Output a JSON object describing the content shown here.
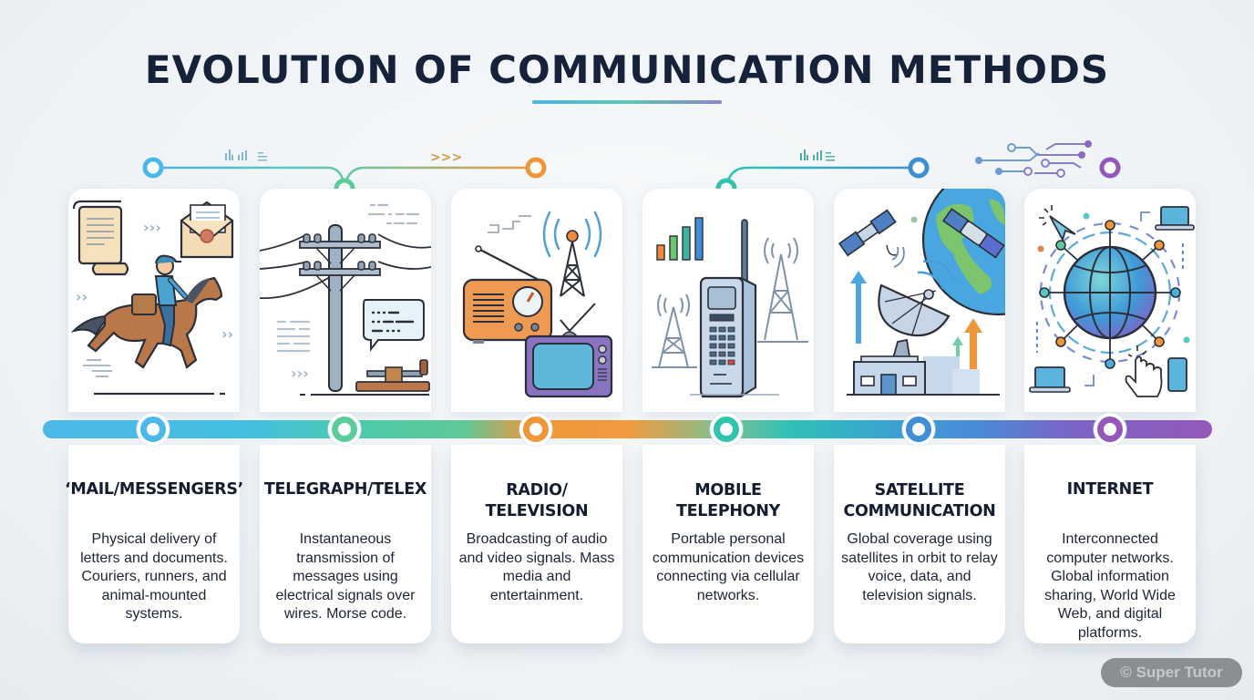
{
  "title": "EVOLUTION OF COMMUNICATION METHODS",
  "colors": {
    "title": "#16213a",
    "blue": "#4cb8e8",
    "green": "#5ccc9a",
    "orange": "#f0963a",
    "teal": "#2fc4ae",
    "mid_blue": "#3f8fd6",
    "purple": "#9458ba"
  },
  "top_connector_decorations": [
    {
      "between": [
        "mail",
        "telegraph"
      ],
      "glyph": "signal-bars-morse"
    },
    {
      "between": [
        "telegraph",
        "radio"
      ],
      "glyph": ">>>"
    },
    {
      "between": [
        "mobile",
        "satellite"
      ],
      "glyph": "signal-bars-morse"
    },
    {
      "between": [
        "satellite",
        "internet"
      ],
      "glyph": "circuit-traces"
    }
  ],
  "cards": [
    {
      "id": "mail",
      "title": "‘MAIL/MESSENGERS’",
      "description": "Physical delivery of letters and documents. Couriers, runners, and animal-mounted systems.",
      "node_color": "#4cb8e8",
      "illustration": "horse-rider-scroll-envelope"
    },
    {
      "id": "telegraph",
      "title": "TELEGRAPH/TELEX",
      "description": "Instantaneous transmission of messages using electrical signals over wires. Morse code.",
      "node_color": "#5ccc9a",
      "illustration": "telegraph-pole-morse-key"
    },
    {
      "id": "radio",
      "title": "RADIO/ TELEVISION",
      "title_lines": [
        "RADIO/",
        "TELEVISION"
      ],
      "description": "Broadcasting of audio and video signals. Mass media and entertainment.",
      "node_color": "#f0963a",
      "illustration": "radio-tower-tv"
    },
    {
      "id": "mobile",
      "title": "MOBILE TELEPHONY",
      "title_lines": [
        "MOBILE",
        "TELEPHONY"
      ],
      "description": "Portable personal communication devices connecting via cellular networks.",
      "node_color": "#2fc4ae",
      "illustration": "brick-phone-cell-towers"
    },
    {
      "id": "satellite",
      "title": "SATELLITE COMMUNICATION",
      "title_lines": [
        "SATELLITE",
        "COMMUNICATION"
      ],
      "description": "Global coverage using satellites in orbit to relay voice, data, and television signals.",
      "node_color": "#3f8fd6",
      "illustration": "satellites-dish-earth"
    },
    {
      "id": "internet",
      "title": "INTERNET",
      "description": "Interconnected computer networks. Global information sharing, World Wide Web, and digital platforms.",
      "node_color": "#9458ba",
      "illustration": "globe-network-devices"
    }
  ],
  "watermark": "© Super Tutor"
}
